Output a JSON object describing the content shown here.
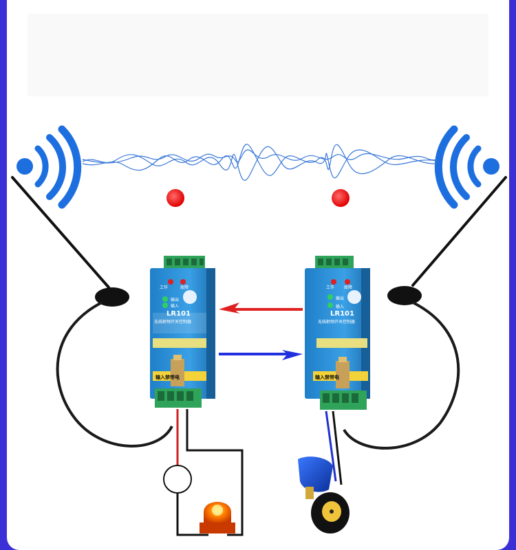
{
  "device_left": {
    "model": "LR101",
    "subtitle": "无线射频开关控制器",
    "led_work": "工作",
    "led_fault": "故障",
    "io_input": "输入",
    "io_output": "输出",
    "warning": "输入禁带电"
  },
  "device_right": {
    "model": "LR101",
    "subtitle": "无线射频开关控制器",
    "led_work": "工作",
    "led_fault": "故障",
    "io_input": "输入",
    "io_output": "输出",
    "warning": "输入禁带电"
  },
  "colors": {
    "signal_wave": "#3a78d8",
    "wifi_icon": "#1d6fe0",
    "device_body": "#2a8fd6",
    "terminal_green": "#2fa35a",
    "arrow_to_left": "#e02020",
    "arrow_to_right": "#2030e0",
    "lamp_orange": "#ff6a00",
    "float_blue": "#1450c8"
  },
  "icons": {
    "left_signal": "wifi-signal-icon",
    "right_signal": "wifi-signal-icon",
    "lamp": "alarm-lamp-icon",
    "float_switch": "float-switch-icon"
  }
}
